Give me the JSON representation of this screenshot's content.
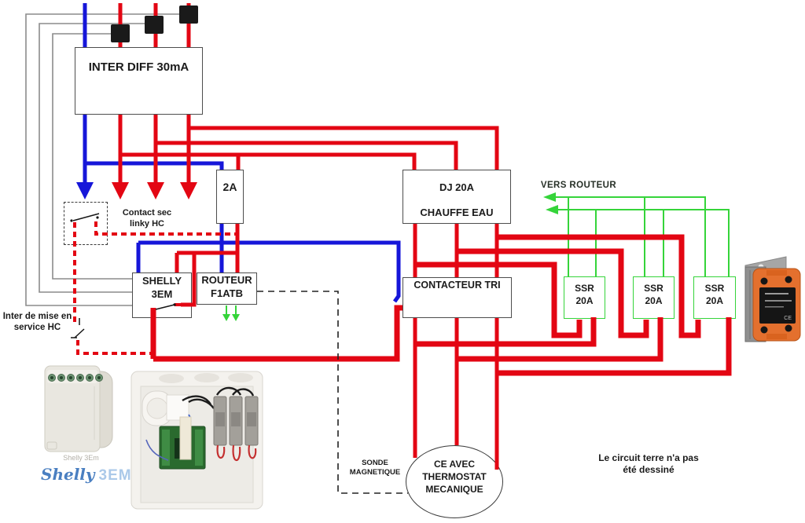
{
  "colors": {
    "red": "#e30613",
    "blue": "#1616d9",
    "green": "#35d43a",
    "gray": "#8c8c8c"
  },
  "labels": {
    "inter_diff": "INTER DIFF 30mA",
    "breaker_2a": "2A",
    "dj20a_line1": "DJ 20A",
    "dj20a_line2": "CHAUFFE EAU",
    "contacteur": "CONTACTEUR TRI",
    "shelly_line1": "SHELLY",
    "shelly_line2": "3EM",
    "routeur_line1": "ROUTEUR",
    "routeur_line2": "F1ATB",
    "ssr_line1": "SSR",
    "ssr_line2": "20A",
    "vers_routeur": "VERS ROUTEUR",
    "contact_sec_line1": "Contact sec",
    "contact_sec_line2": "linky HC",
    "inter_mise_line1": "Inter de mise en",
    "inter_mise_line2": "service HC",
    "sonde_line1": "SONDE",
    "sonde_line2": "MAGNETIQUE",
    "ce_line1": "CE AVEC",
    "ce_line2": "THERMOSTAT",
    "ce_line3": "MECANIQUE",
    "note_line1": "Le circuit terre n'a pas",
    "note_line2": "été dessiné"
  },
  "shelly_product": {
    "caption": "Shelly 3Em",
    "brand": "Shelly",
    "model": "3EM"
  },
  "orange_ssr": {
    "ce_mark": "CE"
  }
}
